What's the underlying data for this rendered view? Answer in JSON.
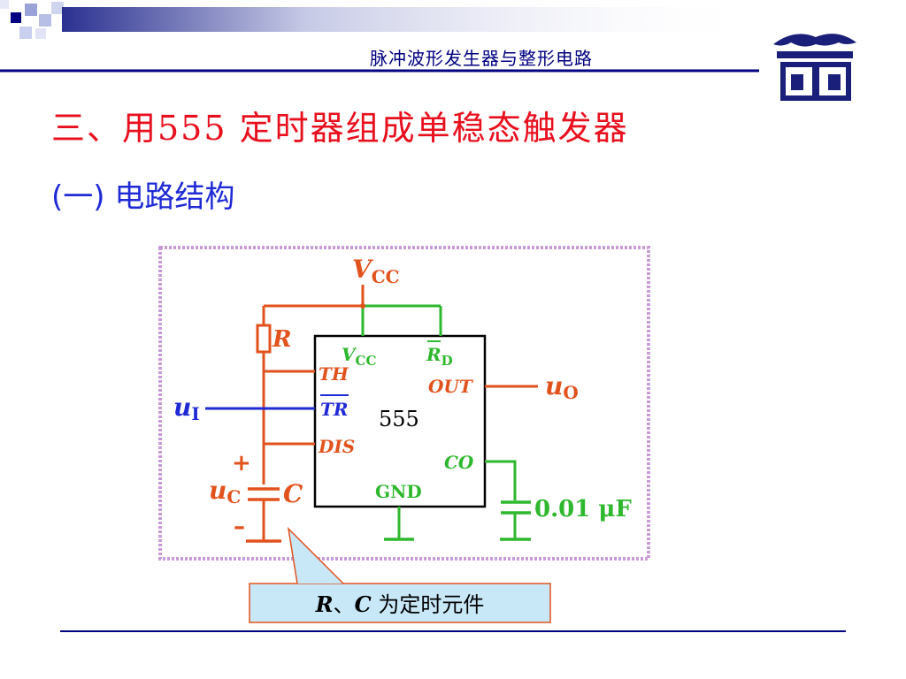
{
  "header": {
    "title": "脉冲波形发生器与整形电路"
  },
  "slide": {
    "title": "三、用555 定时器组成单稳态触发器",
    "subtitle": "(一) 电路结构"
  },
  "diagram": {
    "vcc_top": {
      "main": "V",
      "sub": "CC"
    },
    "r_label": "R",
    "ic_label": "555",
    "pin_vcc": {
      "main": "V",
      "sub": "CC"
    },
    "pin_rd": {
      "main": "R",
      "sub": "D"
    },
    "pin_th": "TH",
    "pin_tr": "TR",
    "pin_dis": "DIS",
    "pin_out": "OUT",
    "pin_co": "CO",
    "pin_gnd": "GND",
    "ui_label": {
      "main": "u",
      "sub": "I"
    },
    "uo_label": {
      "main": "u",
      "sub": "O"
    },
    "uc_label": {
      "main": "u",
      "sub": "C"
    },
    "plus_sign": "+",
    "minus_sign": "–",
    "c_label": "C",
    "cap_value": "0.01 μF",
    "callout": {
      "r": "R",
      "sep": "、",
      "c": "C",
      "text": " 为定时元件"
    }
  },
  "colors": {
    "orange": "#e2521d",
    "green": "#2eb82e",
    "blue": "#1f2ad6",
    "red_title": "#e8101e",
    "navy": "#000080",
    "callout_fill": "#c8e8f8"
  }
}
